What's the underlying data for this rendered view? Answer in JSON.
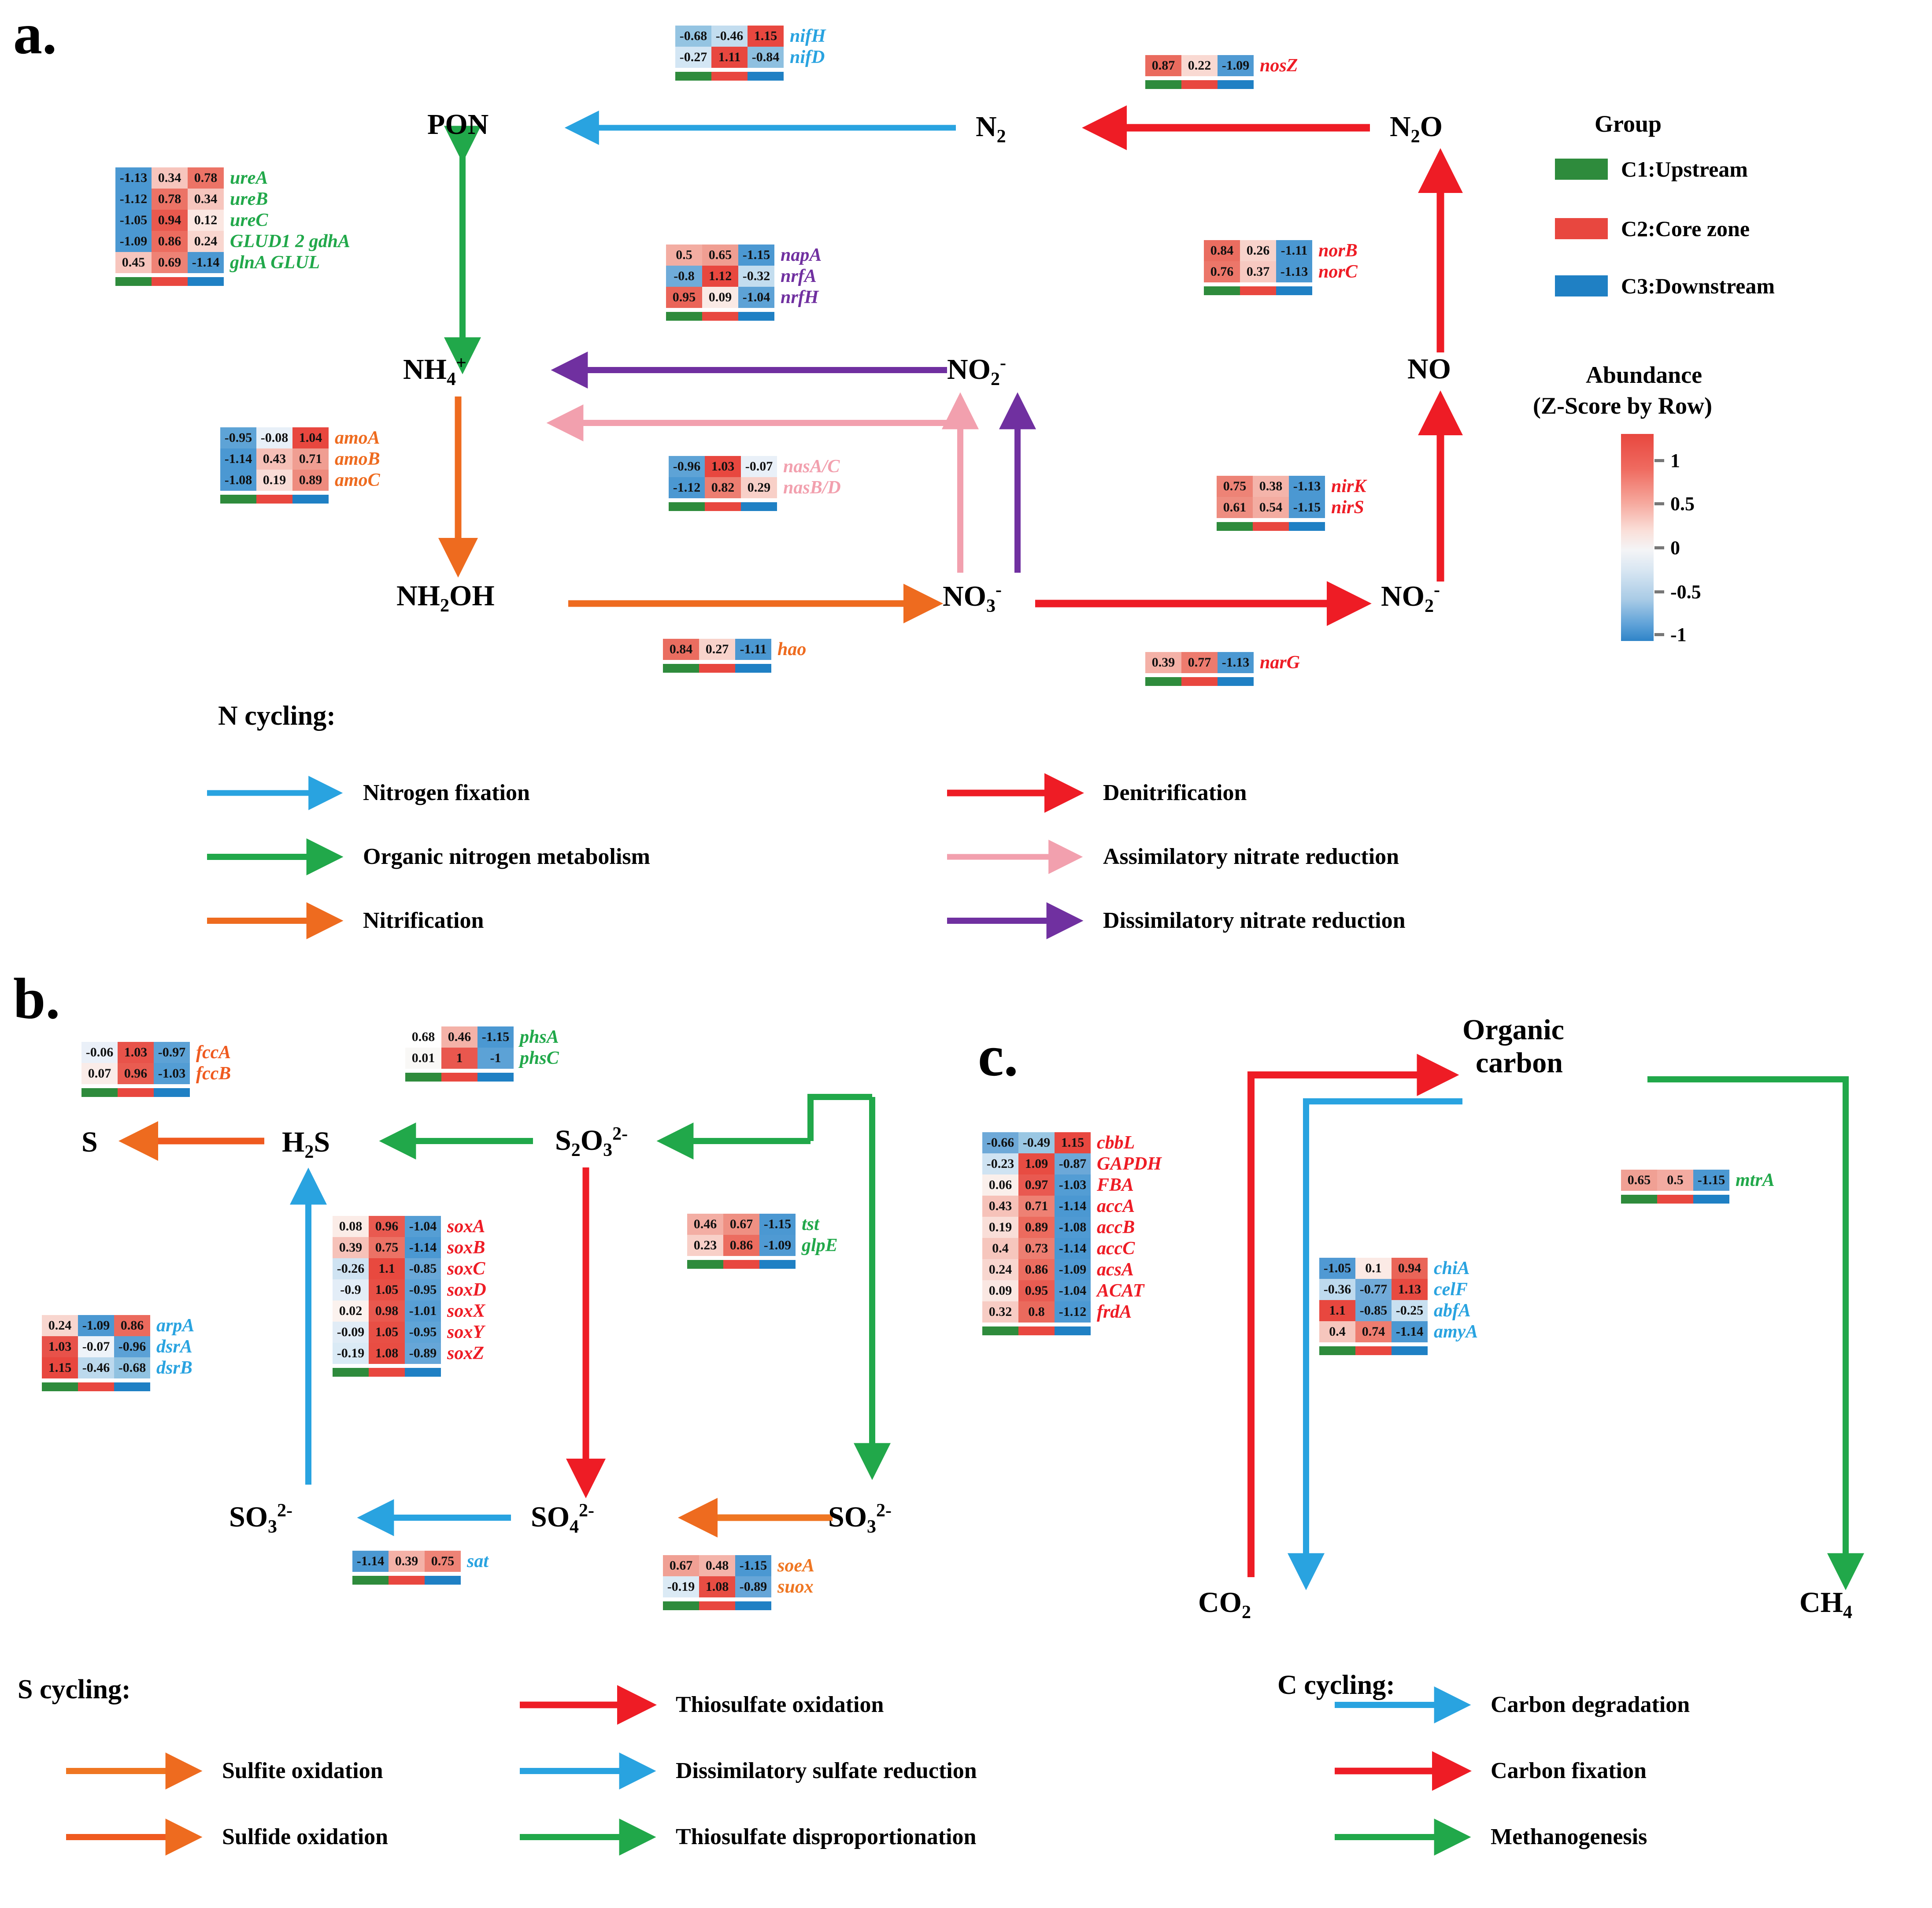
{
  "panels": {
    "a": "a.",
    "b": "b.",
    "c": "c."
  },
  "group_legend": {
    "title": "Group",
    "items": [
      {
        "label": "C1:Upstream",
        "color": "#2e8b3c"
      },
      {
        "label": "C2:Core zone",
        "color": "#e8473f"
      },
      {
        "label": "C3:Downstream",
        "color": "#1f80c4"
      }
    ]
  },
  "colorbar": {
    "title_line1": "Abundance",
    "title_line2": "(Z-Score by Row)",
    "ticks": [
      "1",
      "0.5",
      "0",
      "-0.5",
      "-1"
    ],
    "high_color": "#e8473f",
    "mid_color": "#f4f4f6",
    "low_color": "#2f84c8"
  },
  "metabolites": {
    "pon": "PON",
    "n2": "N2",
    "n2o": "N2O",
    "nh4": "NH4+",
    "no2_mid": "NO2-",
    "no": "NO",
    "nh2oh": "NH2OH",
    "no3": "NO3-",
    "no2_right": "NO2-",
    "s": "S",
    "h2s": "H2S",
    "s2o3": "S2O32-",
    "so3_left": "SO32-",
    "so4": "SO42-",
    "so3_right": "SO32-",
    "organic_carbon_l1": "Organic",
    "organic_carbon_l2": "carbon",
    "co2": "CO2",
    "ch4": "CH4"
  },
  "cycles": {
    "n": {
      "title": "N cycling:",
      "items": [
        {
          "label": "Nitrogen fixation",
          "color": "#29a3e0"
        },
        {
          "label": "Denitrification",
          "color": "#ee1c25"
        },
        {
          "label": "Organic nitrogen metabolism",
          "color": "#21a84a"
        },
        {
          "label": "Assimilatory nitrate reduction",
          "color": "#f2a0ae"
        },
        {
          "label": "Nitrification",
          "color": "#ee6b1f"
        },
        {
          "label": "Dissimilatory nitrate reduction",
          "color": "#7030a0"
        }
      ]
    },
    "s": {
      "title": "S cycling:",
      "items": [
        {
          "label": "Thiosulfate oxidation",
          "color": "#ee1c25"
        },
        {
          "label": "Sulfite oxidation",
          "color": "#ef7622"
        },
        {
          "label": "Dissimilatory sulfate reduction",
          "color": "#29a3e0"
        },
        {
          "label": "Sulfide oxidation",
          "color": "#ef5a1f"
        },
        {
          "label": "Thiosulfate disproportionation",
          "color": "#21a84a"
        }
      ]
    },
    "c": {
      "title": "C cycling:",
      "items": [
        {
          "label": "Carbon degradation",
          "color": "#29a3e0"
        },
        {
          "label": "Carbon fixation",
          "color": "#ee1c25"
        },
        {
          "label": "Methanogenesis",
          "color": "#21a84a"
        }
      ]
    }
  },
  "chart_data": {
    "type": "heatmap",
    "title": "Gene abundance Z-scores across stream zones for N, S and C cycling pathways",
    "categories": [
      "C1:Upstream",
      "C2:Core zone",
      "C3:Downstream"
    ],
    "value_range": [
      -1.15,
      1.15
    ],
    "blocks": [
      {
        "id": "nif",
        "panel": "a",
        "gene_color": "#29a3e0",
        "genes": [
          "nifH",
          "nifD"
        ],
        "values": [
          [
            -0.68,
            -0.46,
            1.15
          ],
          [
            -0.27,
            1.11,
            -0.84
          ]
        ]
      },
      {
        "id": "nosZ",
        "panel": "a",
        "gene_color": "#ee1c25",
        "genes": [
          "nosZ"
        ],
        "values": [
          [
            0.87,
            0.22,
            -1.09
          ]
        ]
      },
      {
        "id": "ure",
        "panel": "a",
        "gene_color": "#21a84a",
        "genes": [
          "ureA",
          "ureB",
          "ureC",
          "GLUD1 2 gdhA",
          "glnA GLUL"
        ],
        "values": [
          [
            -1.13,
            0.34,
            0.78
          ],
          [
            -1.12,
            0.78,
            0.34
          ],
          [
            -1.05,
            0.94,
            0.12
          ],
          [
            -1.09,
            0.86,
            0.24
          ],
          [
            0.45,
            0.69,
            -1.14
          ]
        ]
      },
      {
        "id": "nor",
        "panel": "a",
        "gene_color": "#ee1c25",
        "genes": [
          "norB",
          "norC"
        ],
        "values": [
          [
            0.84,
            0.26,
            -1.11
          ],
          [
            0.76,
            0.37,
            -1.13
          ]
        ]
      },
      {
        "id": "nap",
        "panel": "a",
        "gene_color": "#7030a0",
        "genes": [
          "napA",
          "nrfA",
          "nrfH"
        ],
        "values": [
          [
            0.5,
            0.65,
            -1.15
          ],
          [
            -0.8,
            1.12,
            -0.32
          ],
          [
            0.95,
            0.09,
            -1.04
          ]
        ]
      },
      {
        "id": "amo",
        "panel": "a",
        "gene_color": "#ee6b1f",
        "genes": [
          "amoA",
          "amoB",
          "amoC"
        ],
        "values": [
          [
            -0.95,
            -0.08,
            1.04
          ],
          [
            -1.14,
            0.43,
            0.71
          ],
          [
            -1.08,
            0.19,
            0.89
          ]
        ]
      },
      {
        "id": "nas",
        "panel": "a",
        "gene_color": "#f2a0ae",
        "genes": [
          "nasA/C",
          "nasB/D"
        ],
        "values": [
          [
            -0.96,
            1.03,
            -0.07
          ],
          [
            -1.12,
            0.82,
            0.29
          ]
        ]
      },
      {
        "id": "nir",
        "panel": "a",
        "gene_color": "#ee1c25",
        "genes": [
          "nirK",
          "nirS"
        ],
        "values": [
          [
            0.75,
            0.38,
            -1.13
          ],
          [
            0.61,
            0.54,
            -1.15
          ]
        ]
      },
      {
        "id": "hao",
        "panel": "a",
        "gene_color": "#ee6b1f",
        "genes": [
          "hao"
        ],
        "values": [
          [
            0.84,
            0.27,
            -1.11
          ]
        ]
      },
      {
        "id": "narG",
        "panel": "a",
        "gene_color": "#ee1c25",
        "genes": [
          "narG"
        ],
        "values": [
          [
            0.39,
            0.77,
            -1.13
          ]
        ]
      },
      {
        "id": "fcc",
        "panel": "b",
        "gene_color": "#ef5a1f",
        "genes": [
          "fccA",
          "fccB"
        ],
        "values": [
          [
            -0.06,
            1.03,
            -0.97
          ],
          [
            0.07,
            0.96,
            -1.03
          ]
        ]
      },
      {
        "id": "phs",
        "panel": "b",
        "gene_color": "#21a84a",
        "genes": [
          "phsA",
          "phsC"
        ],
        "values": [
          [
            0.68,
            0.46,
            -1.15
          ],
          [
            0.01,
            1,
            -1
          ]
        ]
      },
      {
        "id": "sox",
        "panel": "b",
        "gene_color": "#ee1c25",
        "genes": [
          "soxA",
          "soxB",
          "soxC",
          "soxD",
          "soxX",
          "soxY",
          "soxZ"
        ],
        "values": [
          [
            0.08,
            0.96,
            -1.04
          ],
          [
            0.39,
            0.75,
            -1.14
          ],
          [
            -0.26,
            1.1,
            -0.85
          ],
          [
            -0.9,
            1.05,
            -0.95
          ],
          [
            0.02,
            0.98,
            -1.01
          ],
          [
            -0.09,
            1.05,
            -0.95
          ],
          [
            -0.19,
            1.08,
            -0.89
          ]
        ]
      },
      {
        "id": "tst",
        "panel": "b",
        "gene_color": "#21a84a",
        "genes": [
          "tst",
          "glpE"
        ],
        "values": [
          [
            0.46,
            0.67,
            -1.15
          ],
          [
            0.23,
            0.86,
            -1.09
          ]
        ]
      },
      {
        "id": "dsr",
        "panel": "b",
        "gene_color": "#29a3e0",
        "genes": [
          "arpA",
          "dsrA",
          "dsrB"
        ],
        "values": [
          [
            0.24,
            -1.09,
            0.86
          ],
          [
            1.03,
            -0.07,
            -0.96
          ],
          [
            1.15,
            -0.46,
            -0.68
          ]
        ]
      },
      {
        "id": "sat",
        "panel": "b",
        "gene_color": "#29a3e0",
        "genes": [
          "sat"
        ],
        "values": [
          [
            -1.14,
            0.39,
            0.75
          ]
        ]
      },
      {
        "id": "soe",
        "panel": "b",
        "gene_color": "#ef7622",
        "genes": [
          "soeA",
          "suox"
        ],
        "values": [
          [
            0.67,
            0.48,
            -1.15
          ],
          [
            -0.19,
            1.08,
            -0.89
          ]
        ]
      },
      {
        "id": "cfix",
        "panel": "c",
        "gene_color": "#ee1c25",
        "genes": [
          "cbbL",
          "GAPDH",
          "FBA",
          "accA",
          "accB",
          "accC",
          "acsA",
          "ACAT",
          "frdA"
        ],
        "values": [
          [
            -0.66,
            -0.49,
            1.15
          ],
          [
            -0.23,
            1.09,
            -0.87
          ],
          [
            0.06,
            0.97,
            -1.03
          ],
          [
            0.43,
            0.71,
            -1.14
          ],
          [
            0.19,
            0.89,
            -1.08
          ],
          [
            0.4,
            0.73,
            -1.14
          ],
          [
            0.24,
            0.86,
            -1.09
          ],
          [
            0.09,
            0.95,
            -1.04
          ],
          [
            0.32,
            0.8,
            -1.12
          ]
        ]
      },
      {
        "id": "cdeg",
        "panel": "c",
        "gene_color": "#29a3e0",
        "genes": [
          "chiA",
          "celF",
          "abfA",
          "amyA"
        ],
        "values": [
          [
            -1.05,
            0.1,
            0.94
          ],
          [
            -0.36,
            -0.77,
            1.13
          ],
          [
            1.1,
            -0.85,
            -0.25
          ],
          [
            0.4,
            0.74,
            -1.14
          ]
        ]
      },
      {
        "id": "mtrA",
        "panel": "c",
        "gene_color": "#21a84a",
        "genes": [
          "mtrA"
        ],
        "values": [
          [
            0.65,
            0.5,
            -1.15
          ]
        ]
      }
    ]
  }
}
